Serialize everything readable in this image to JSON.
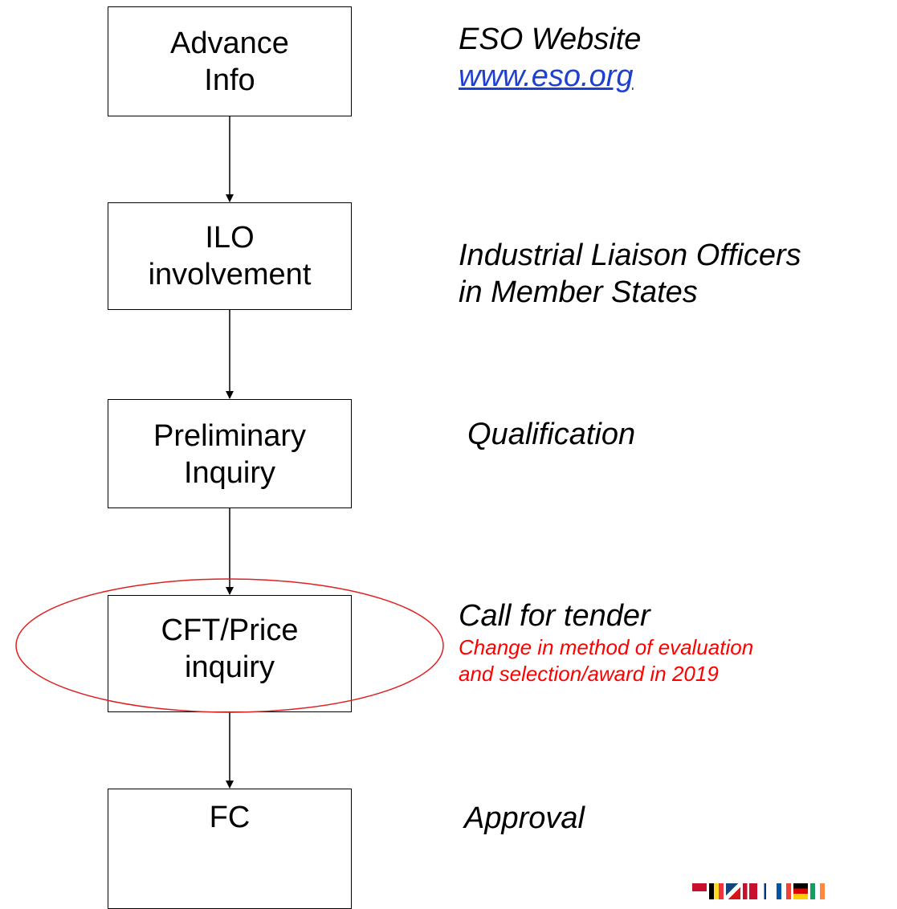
{
  "steps": [
    {
      "line1": "Advance",
      "line2": "Info"
    },
    {
      "line1": "ILO",
      "line2": "involvement"
    },
    {
      "line1": "Preliminary",
      "line2": "Inquiry"
    },
    {
      "line1": "CFT/Price",
      "line2": "inquiry"
    },
    {
      "line1": "FC",
      "line2": ""
    }
  ],
  "descriptions": {
    "advance": {
      "line1": "ESO Website",
      "link": "www.eso.org"
    },
    "ilo": {
      "line1": "Industrial Liaison Officers",
      "line2": "in Member States"
    },
    "preliminary": {
      "line1": "Qualification"
    },
    "cft": {
      "line1": "Call for tender",
      "note_line1": "Change in method of evaluation",
      "note_line2": "and selection/award in 2019"
    },
    "fc": {
      "line1": "Approval"
    }
  },
  "colors": {
    "highlight": "#e02020",
    "note": "#ff0000",
    "link": "#1f3fcf"
  },
  "icons": [
    "member-state-flags-icon"
  ]
}
